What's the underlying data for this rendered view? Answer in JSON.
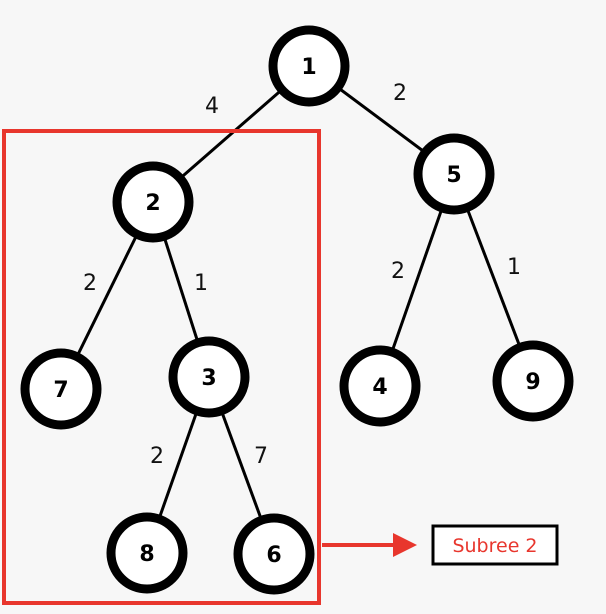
{
  "diagram": {
    "type": "weighted-tree",
    "colors": {
      "background": "#f7f7f7",
      "node_fill": "#ffffff",
      "node_stroke": "#000000",
      "edge": "#000000",
      "highlight": "#e8362d",
      "callout_text": "#e8362d"
    },
    "nodes": [
      {
        "id": "n1",
        "label": "1"
      },
      {
        "id": "n2",
        "label": "2"
      },
      {
        "id": "n5",
        "label": "5"
      },
      {
        "id": "n7",
        "label": "7"
      },
      {
        "id": "n3",
        "label": "3"
      },
      {
        "id": "n4",
        "label": "4"
      },
      {
        "id": "n9",
        "label": "9"
      },
      {
        "id": "n8",
        "label": "8"
      },
      {
        "id": "n6",
        "label": "6"
      }
    ],
    "edges": [
      {
        "from": "n1",
        "to": "n2",
        "weight": "4"
      },
      {
        "from": "n1",
        "to": "n5",
        "weight": "2"
      },
      {
        "from": "n2",
        "to": "n7",
        "weight": "2"
      },
      {
        "from": "n2",
        "to": "n3",
        "weight": "1"
      },
      {
        "from": "n5",
        "to": "n4",
        "weight": "2"
      },
      {
        "from": "n5",
        "to": "n9",
        "weight": "1"
      },
      {
        "from": "n3",
        "to": "n8",
        "weight": "2"
      },
      {
        "from": "n3",
        "to": "n6",
        "weight": "7"
      }
    ],
    "callout": {
      "label": "Subree 2",
      "target": "subtree rooted at node 2"
    }
  }
}
